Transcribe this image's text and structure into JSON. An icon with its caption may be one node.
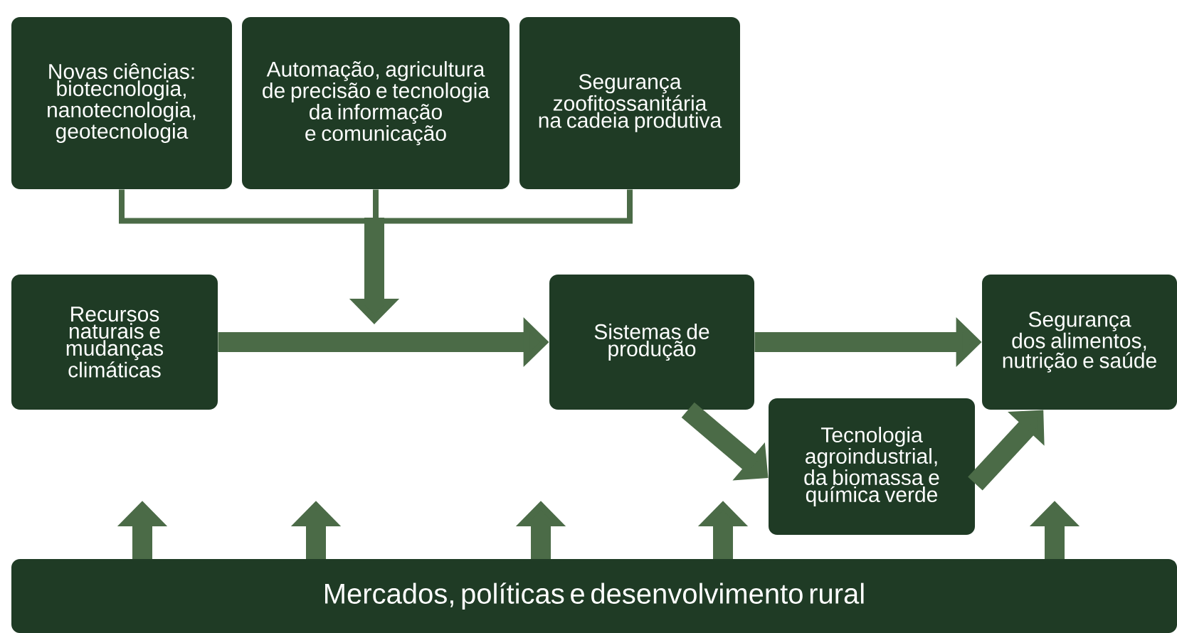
{
  "diagram": {
    "nodes": [
      {
        "text": [
          "Novas ciências: biotecnologia, nanotecnologia, geotecnologia"
        ]
      },
      {
        "text": [
          "Automação, agricultura de precisão e tecnologia da informação e comunicação"
        ]
      },
      {
        "text": [
          "Segurança zoofitossanitária na cadeia produtiva"
        ]
      },
      {
        "text": [
          "Recursos naturais e mudanças climáticas"
        ]
      },
      {
        "text": [
          "Sistemas de produção"
        ]
      },
      {
        "text": [
          "Segurança dos alimentos, nutrição e saúde"
        ]
      },
      {
        "text": [
          "Tecnologia agroindustrial, da biomassa e química verde"
        ]
      },
      {
        "text": [
          "Mercados, políticas e desenvolvimento rural"
        ]
      }
    ],
    "edges": [
      {
        "from": 0,
        "to": null,
        "arrow": "to"
      },
      {
        "from": 1,
        "to": null,
        "arrow": "to"
      },
      {
        "from": 2,
        "to": null,
        "arrow": "to"
      },
      {
        "from": 3,
        "to": 4,
        "arrow": "to"
      },
      {
        "from": 4,
        "to": 5,
        "arrow": "to"
      },
      {
        "from": 4,
        "to": 6,
        "arrow": "to"
      },
      {
        "from": 6,
        "to": 5,
        "arrow": "to"
      },
      {
        "from": 7,
        "to": null,
        "arrow": "to"
      },
      {
        "from": 7,
        "to": null,
        "arrow": "to"
      },
      {
        "from": 7,
        "to": null,
        "arrow": "to"
      },
      {
        "from": 7,
        "to": null,
        "arrow": "to"
      },
      {
        "from": 7,
        "to": null,
        "arrow": "to"
      }
    ]
  }
}
